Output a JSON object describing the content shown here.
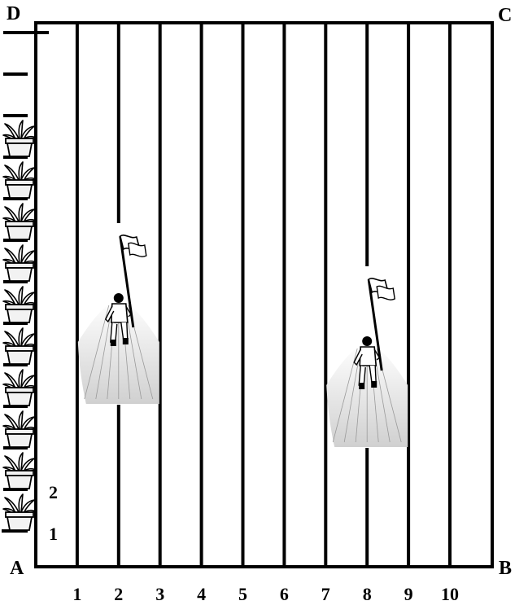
{
  "corners": {
    "top_left": "D",
    "top_right": "C",
    "bottom_left": "A",
    "bottom_right": "B"
  },
  "x_labels": [
    "1",
    "2",
    "3",
    "4",
    "5",
    "6",
    "7",
    "8",
    "9",
    "10"
  ],
  "side_labels": [
    "1",
    "2"
  ],
  "plant_pots": 10,
  "side_marks": 13,
  "runners": [
    {
      "name": "runner-with-flag-line-2",
      "line": 2
    },
    {
      "name": "runner-with-flag-line-8",
      "line": 8
    }
  ],
  "colors": {
    "ink": "#000000",
    "pot_fill": "#f2f2f2",
    "track": "#dddddd"
  },
  "icons": [
    "plant-pot-icon",
    "flag-icon",
    "runner-icon"
  ]
}
